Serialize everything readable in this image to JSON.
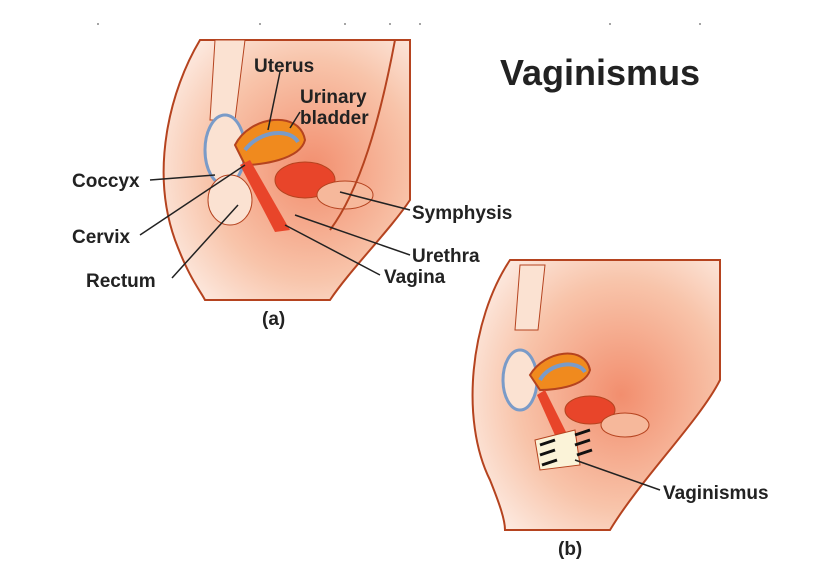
{
  "title": "Vaginismus",
  "figure_a": {
    "caption": "(a)",
    "labels": {
      "uterus": "Uterus",
      "urinary_bladder_1": "Urinary",
      "urinary_bladder_2": "bladder",
      "coccyx": "Coccyx",
      "cervix": "Cervix",
      "rectum": "Rectum",
      "symphysis": "Symphysis",
      "urethra": "Urethra",
      "vagina": "Vagina"
    }
  },
  "figure_b": {
    "caption": "(b)",
    "labels": {
      "vaginismus": "Vaginismus"
    }
  },
  "colors": {
    "skin": "#f6c3a8",
    "organ": "#e8452a",
    "uterus": "#f08a1e",
    "outline": "#b5431f"
  }
}
